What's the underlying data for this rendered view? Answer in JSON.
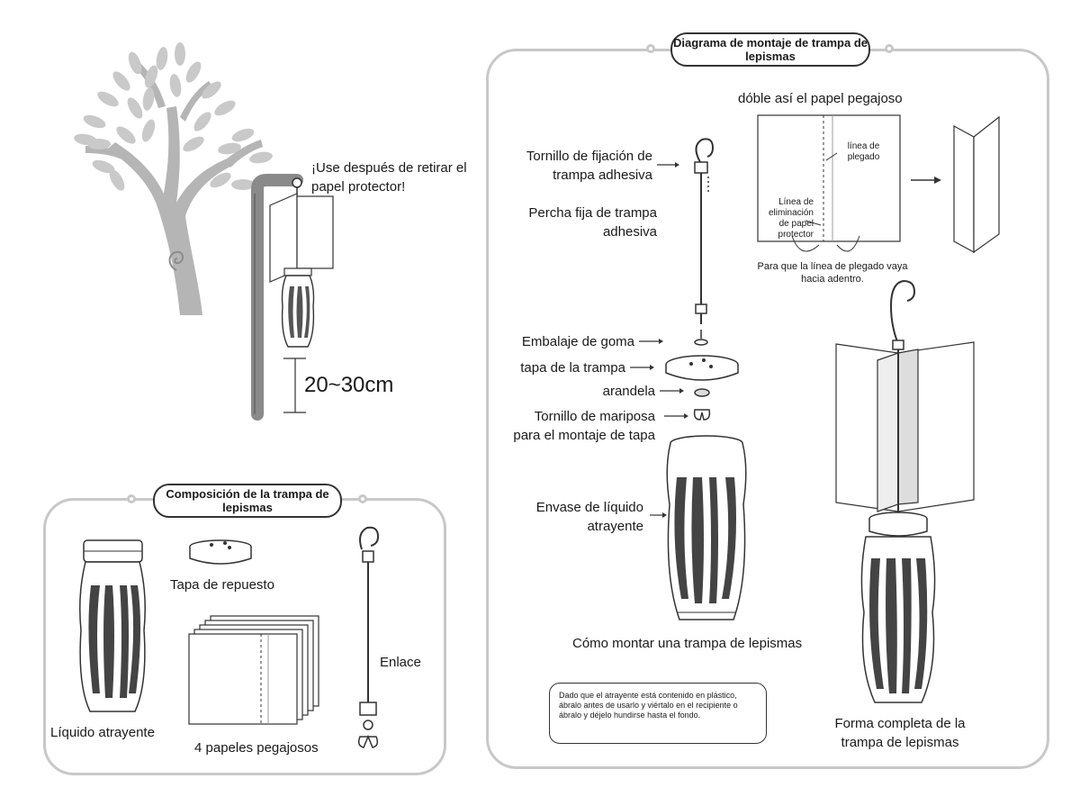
{
  "left_scene": {
    "caption": "¡Use después de retirar el papel protector!",
    "height_label": "20~30cm"
  },
  "composition": {
    "title": "Composición de la trampa de lepismas",
    "items": {
      "liquid": "Líquido atrayente",
      "cap": "Tapa de repuesto",
      "papers": "4 papeles pegajosos",
      "link": "Enlace"
    }
  },
  "assembly": {
    "title": "Diagrama de montaje de trampa de lepismas",
    "fold_title": "dóble así el papel pegajoso",
    "fold_line_label": "línea de plegado",
    "removal_line_label": "Línea de eliminación de papel protector",
    "fold_note": "Para que la línea de plegado vaya hacia adentro.",
    "parts": {
      "screw": "Tornillo de fijación de trampa adhesiva",
      "hanger": "Percha fija de trampa adhesiva",
      "gasket": "Embalaje de goma",
      "lid": "tapa de la trampa",
      "washer": "arandela",
      "wingnut": "Tornillo de mariposa para el montaje de tapa",
      "container": "Envase de líquido atrayente"
    },
    "how_to": "Cómo montar una trampa de lepismas",
    "note": "Dado que el atrayente está contenido en plástico, ábralo antes de usarlo y viértalo en el recipiente o ábralo y déjelo hundirse hasta el fondo.",
    "complete": "Forma completa de la trampa de lepismas"
  }
}
